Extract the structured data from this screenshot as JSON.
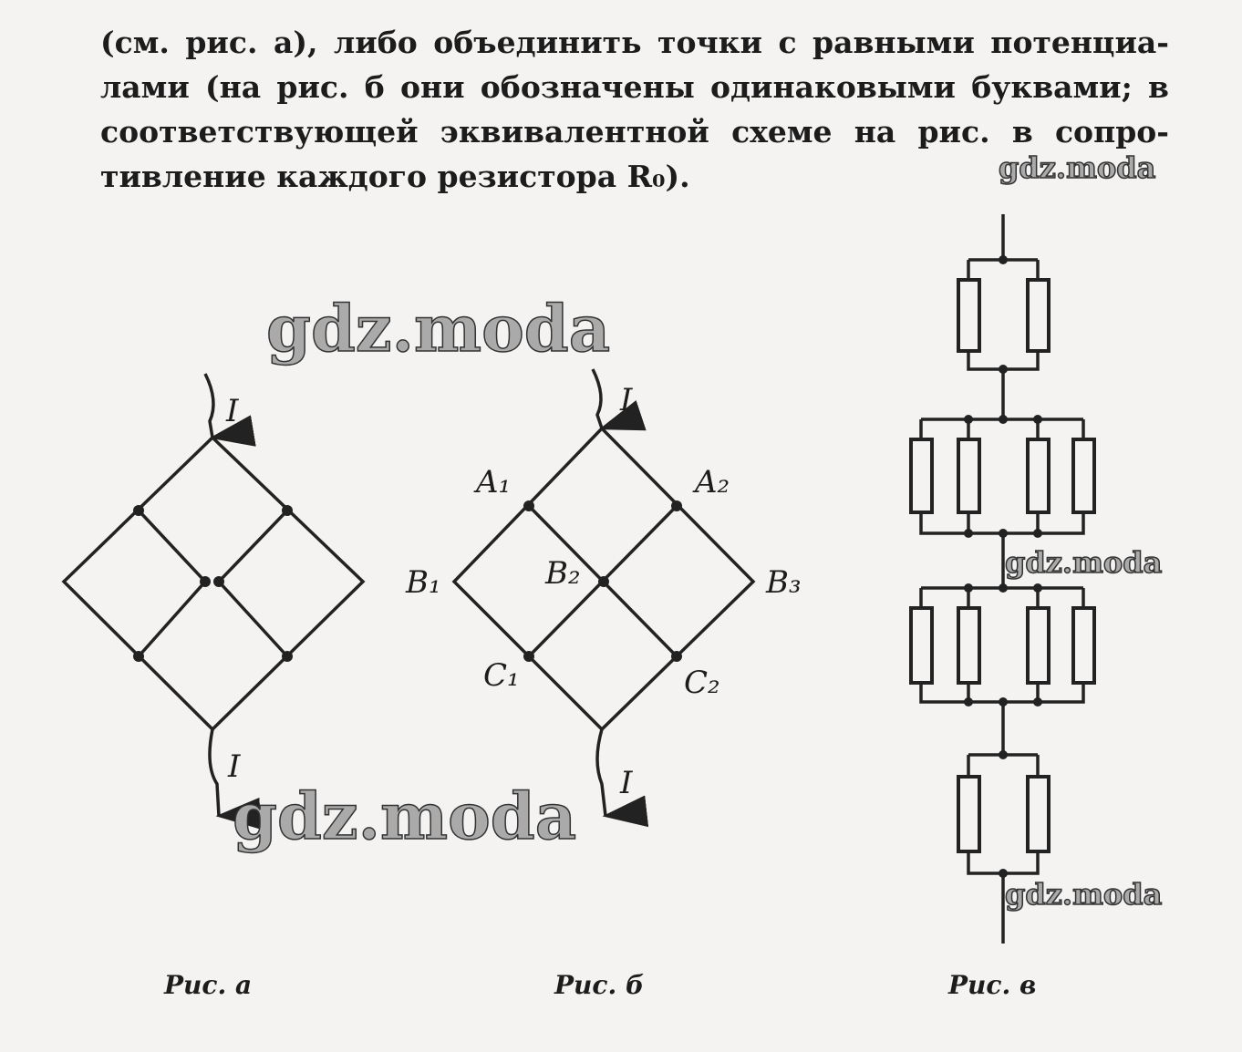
{
  "text_lines": [
    "(см. рис. а), либо объединить точки с равными потенциа-",
    "лами (на рис. б они обозначены одинаковыми буквами; в",
    "соответствующей эквивалентной схеме на рис. в сопро-",
    "тивление каждого резистора R₀)."
  ],
  "labels": {
    "current": "I",
    "A1": "A₁",
    "A2": "A₂",
    "B1": "B₁",
    "B2": "B₂",
    "B3": "B₃",
    "C1": "C₁",
    "C2": "C₂"
  },
  "captions": {
    "a": "Рис. а",
    "b": "Рис. б",
    "c": "Рис. в"
  },
  "watermark": "gdz.moda"
}
